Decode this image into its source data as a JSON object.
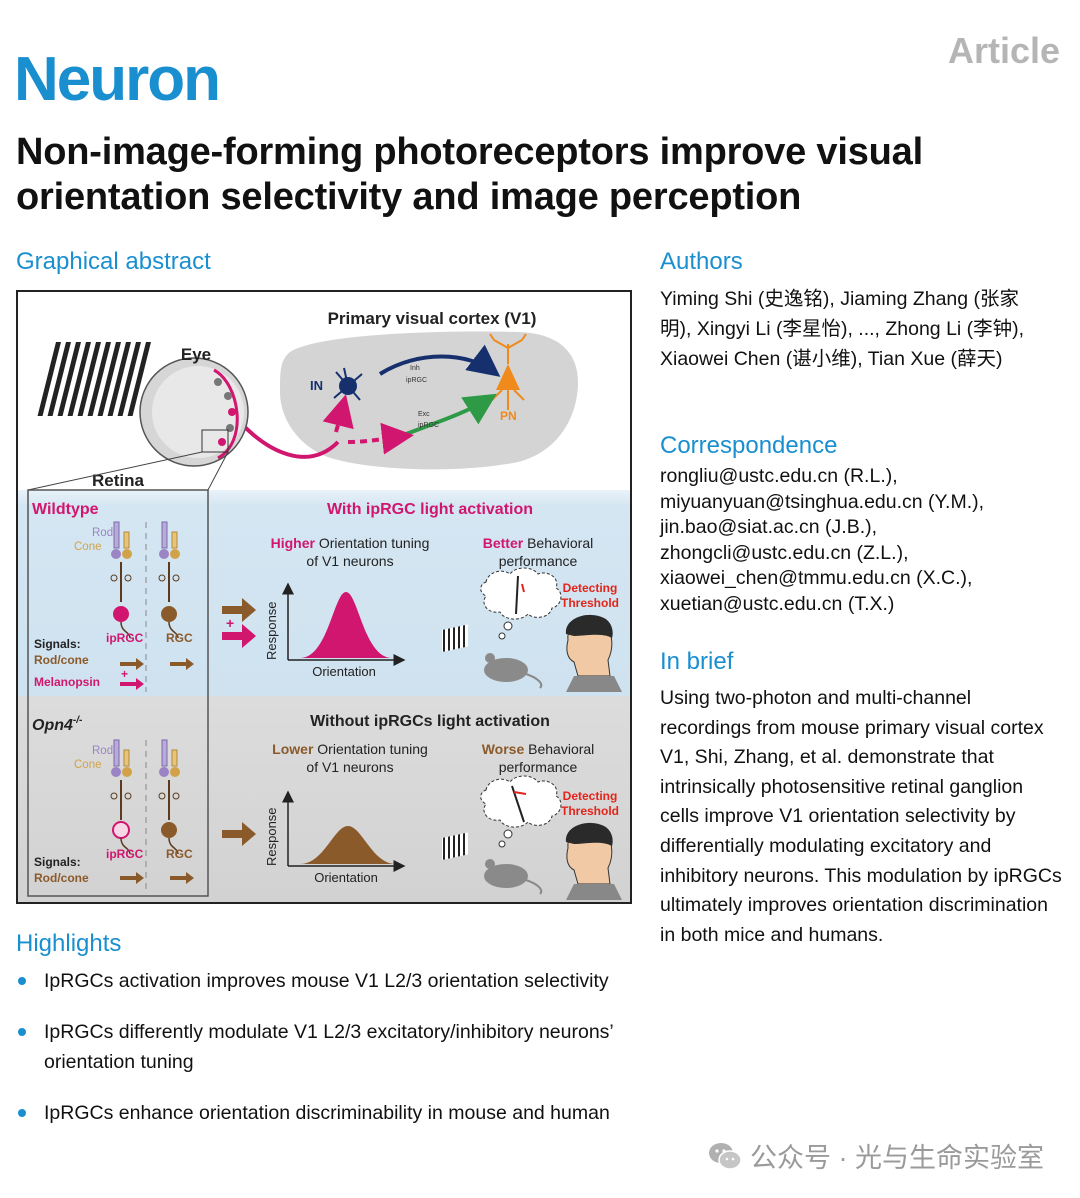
{
  "header": {
    "journal": "Neuron",
    "article_type": "Article",
    "title": "Non-image-forming photoreceptors improve visual orientation selectivity and image perception"
  },
  "graphical_abstract": {
    "heading": "Graphical abstract",
    "v1_label": "Primary visual cortex (V1)",
    "eye_label": "Eye",
    "retina_label": "Retina",
    "in_label": "IN",
    "pn_label": "PN",
    "inh_label": "Inh",
    "exc_label": "Exc",
    "iprgc_sub": "ipRGC",
    "rod_label": "Rod",
    "cone_label": "Cone",
    "iprgc_label": "ipRGC",
    "rgc_label": "RGC",
    "signals_label": "Signals:",
    "rodcone_label": "Rod/cone",
    "plus_label": "+",
    "detect1": "Detecting",
    "detect2": "Threshold",
    "response_label": "Response",
    "orientation_label": "Orientation",
    "of_v1": "of V1 neurons",
    "performance": "performance",
    "wildtype": {
      "label": "Wildtype",
      "heading": "With ipRGC light activation",
      "tuning_prefix": "Higher",
      "tuning_rest": " Orientation tuning",
      "behav_prefix": "Better",
      "behav_rest": " Behavioral",
      "melanopsin_label": "Melanopsin"
    },
    "knockout": {
      "label": "Opn4",
      "label_sup": "-/-",
      "heading": "Without ipRGCs light activation",
      "tuning_prefix": "Lower",
      "tuning_rest": " Orientation tuning",
      "behav_prefix": "Worse",
      "behav_rest": " Behavioral"
    }
  },
  "highlights": {
    "heading": "Highlights",
    "items": [
      "IpRGCs activation improves mouse V1 L2/3 orientation selectivity",
      "IpRGCs differently modulate V1 L2/3 excitatory/inhibitory neurons’ orientation tuning",
      "IpRGCs enhance orientation discriminability in mouse and human"
    ]
  },
  "authors": {
    "heading": "Authors",
    "text": "Yiming Shi (史逸铭), Jiaming Zhang (张家明), Xingyi Li (李星怡), ..., Zhong Li (李钟), Xiaowei Chen (谌小维), Tian Xue (薛天)"
  },
  "correspondence": {
    "heading": "Correspondence",
    "lines": [
      "rongliu@ustc.edu.cn (R.L.),",
      "miyuanyuan@tsinghua.edu.cn (Y.M.),",
      "jin.bao@siat.ac.cn (J.B.),",
      "zhongcli@ustc.edu.cn (Z.L.),",
      "xiaowei_chen@tmmu.edu.cn (X.C.),",
      "xuetian@ustc.edu.cn (T.X.)"
    ]
  },
  "in_brief": {
    "heading": "In brief",
    "text": "Using two-photon and multi-channel recordings from mouse primary visual cortex V1, Shi, Zhang, et al. demonstrate that intrinsically photosensitive retinal ganglion cells improve V1 orientation selectivity by differentially modulating excitatory and inhibitory neurons. This modulation by ipRGCs ultimately improves orientation discrimination in both mice and humans."
  },
  "watermark": {
    "text": "公众号 · 光与生命实验室",
    "icon": "wechat-icon"
  },
  "colors": {
    "brand_blue": "#1a8fd0",
    "magenta": "#d1166f",
    "brown": "#8b5a2b",
    "navy": "#16306e",
    "green": "#2e9a46"
  }
}
